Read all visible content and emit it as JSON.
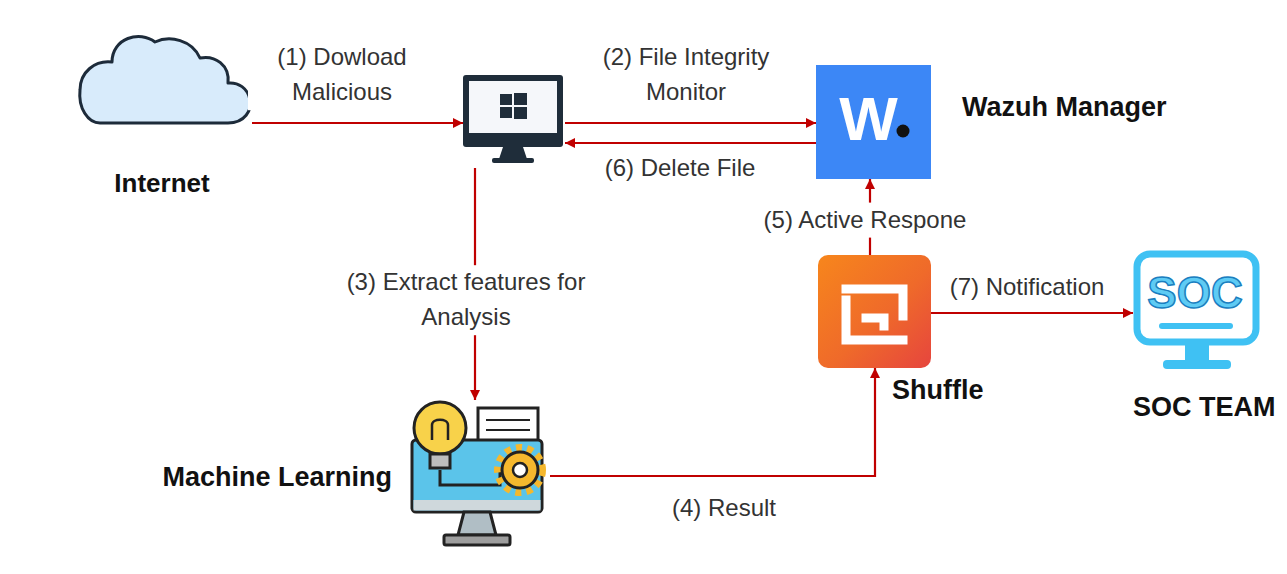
{
  "diagram": {
    "nodes": [
      {
        "text": [
          "Internet"
        ]
      },
      {
        "text": []
      },
      {
        "text": [
          "W",
          "Wazuh Manager"
        ]
      },
      {
        "text": [
          "Shuffle"
        ]
      },
      {
        "text": [
          "SOC",
          "SOC TEAM"
        ]
      },
      {
        "text": [
          "Machine Learning"
        ]
      }
    ],
    "edges": [
      {
        "from": 0,
        "to": 1,
        "arrow": "to",
        "label": "(1) Dowload Malicious"
      },
      {
        "from": 1,
        "to": 2,
        "arrow": "to",
        "label": "(2) File Integrity Monitor"
      },
      {
        "from": 2,
        "to": 1,
        "arrow": "to",
        "label": "(6) Delete File"
      },
      {
        "from": 1,
        "to": 5,
        "arrow": "to",
        "label": "(3) Extract features for Analysis"
      },
      {
        "from": 5,
        "to": 3,
        "arrow": "to",
        "label": "(4) Result"
      },
      {
        "from": 3,
        "to": 2,
        "arrow": "to",
        "label": "(5) Active Respone"
      },
      {
        "from": 3,
        "to": 4,
        "arrow": "to",
        "label": "(7) Notification"
      }
    ]
  }
}
